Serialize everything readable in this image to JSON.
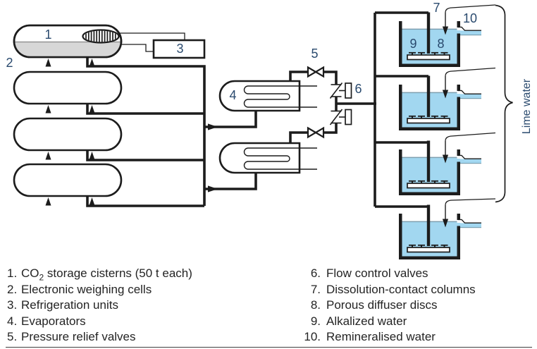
{
  "labels": {
    "l1": "1",
    "l2": "2",
    "l3": "3",
    "l4": "4",
    "l5": "5",
    "l6": "6",
    "l7": "7",
    "l8": "8",
    "l9": "9",
    "l10": "10"
  },
  "annotations": {
    "lime_water": "Lime water"
  },
  "legend": {
    "left": [
      {
        "num": "1.",
        "pre": "CO",
        "sub": "2",
        "post": " storage cisterns (50 t each)"
      },
      {
        "num": "2.",
        "text": "Electronic weighing cells"
      },
      {
        "num": "3.",
        "text": "Refrigeration units"
      },
      {
        "num": "4.",
        "text": "Evaporators"
      },
      {
        "num": "5.",
        "text": "Pressure relief valves"
      }
    ],
    "right": [
      {
        "num": "6.",
        "text": "Flow control valves"
      },
      {
        "num": "7.",
        "text": "Dissolution-contact columns"
      },
      {
        "num": "8.",
        "text": "Porous diffuser discs"
      },
      {
        "num": "9.",
        "text": "Alkalized water"
      },
      {
        "num": "10.",
        "text": "Remineralised water"
      }
    ]
  },
  "colors": {
    "water": "#a2d7f0",
    "line": "#1c1c1c",
    "label_text": "#2a4a6e",
    "legend_text": "#242424",
    "cistern_liquid": "#d7d7d7"
  }
}
